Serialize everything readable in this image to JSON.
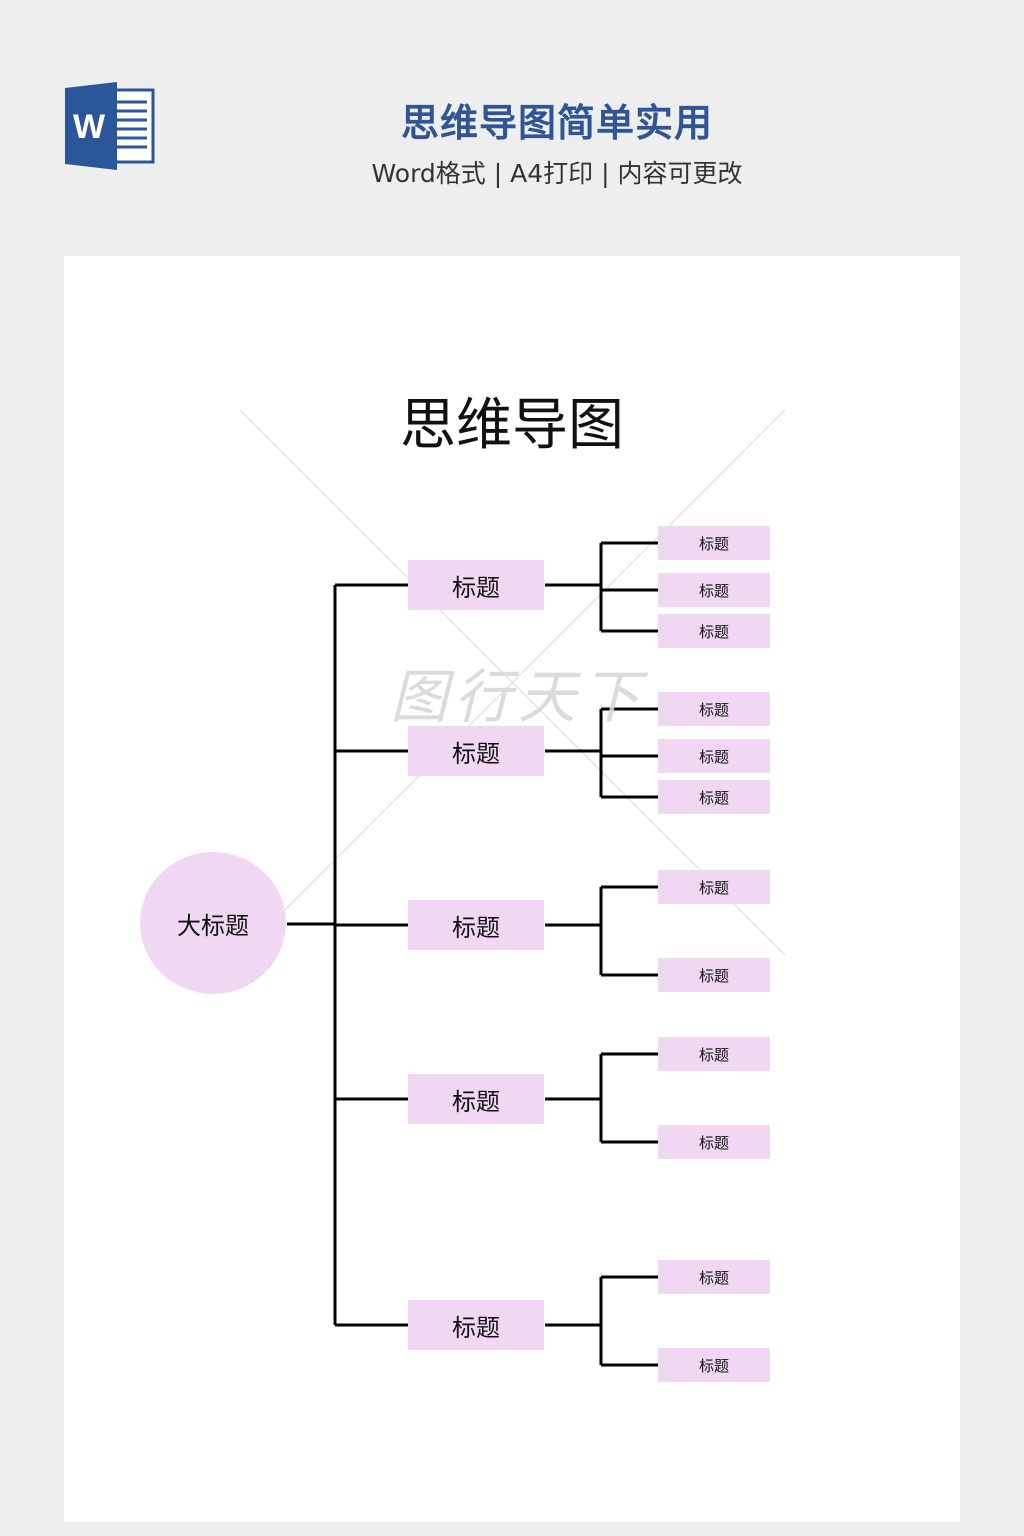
{
  "header": {
    "title": "思维导图简单实用",
    "subtitle": "Word格式 | A4打印 | 内容可更改",
    "logo_icon": "word-icon",
    "logo_letter": "W",
    "title_color": "#2f5597"
  },
  "document": {
    "title": "思维导图",
    "watermark": "图行天下"
  },
  "mindmap": {
    "node_color": "#f0d8f2",
    "line_color": "#000000",
    "root": {
      "label": "大标题"
    },
    "branches": [
      {
        "label": "标题",
        "children": [
          "标题",
          "标题",
          "标题"
        ]
      },
      {
        "label": "标题",
        "children": [
          "标题",
          "标题",
          "标题"
        ]
      },
      {
        "label": "标题",
        "children": [
          "标题",
          "标题"
        ]
      },
      {
        "label": "标题",
        "children": [
          "标题",
          "标题"
        ]
      },
      {
        "label": "标题",
        "children": [
          "标题",
          "标题"
        ]
      }
    ]
  }
}
